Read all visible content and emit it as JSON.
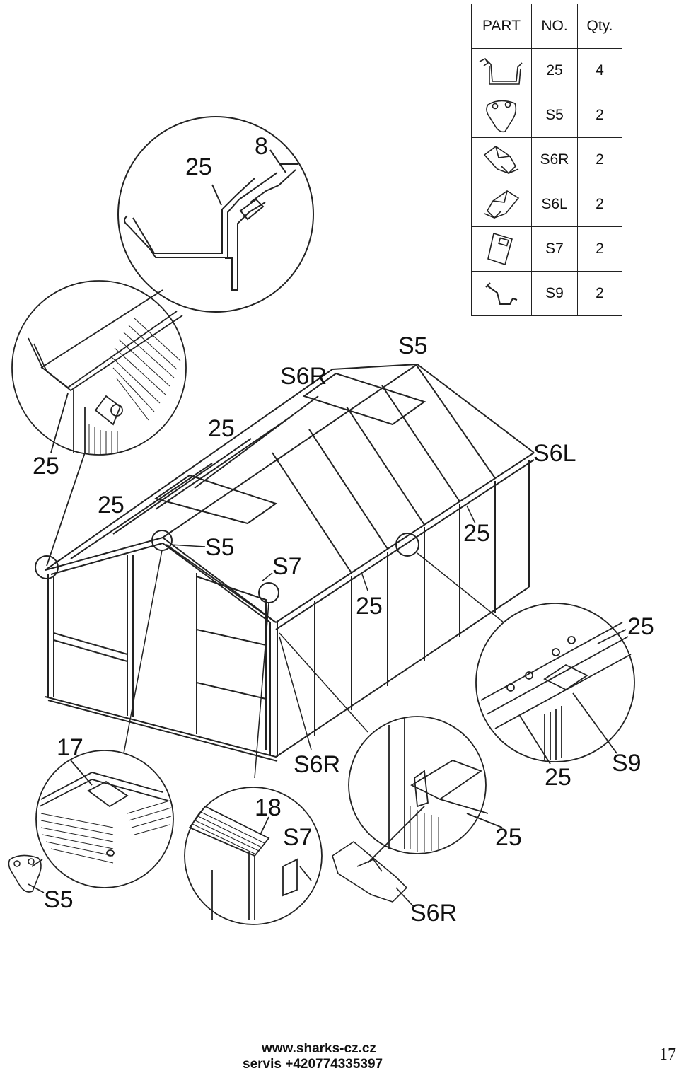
{
  "parts_table": {
    "headers": {
      "part": "PART",
      "no": "NO.",
      "qty": "Qty."
    },
    "rows": [
      {
        "icon": "gutter-profile-icon",
        "no": "25",
        "qty": "4"
      },
      {
        "icon": "gutter-end-cap-icon",
        "no": "S5",
        "qty": "2"
      },
      {
        "icon": "right-downpipe-connector-icon",
        "no": "S6R",
        "qty": "2"
      },
      {
        "icon": "left-downpipe-connector-icon",
        "no": "S6L",
        "qty": "2"
      },
      {
        "icon": "clip-plate-icon",
        "no": "S7",
        "qty": "2"
      },
      {
        "icon": "gutter-bracket-icon",
        "no": "S9",
        "qty": "2"
      }
    ]
  },
  "labels": {
    "detail_top_25": "25",
    "detail_top_8": "8",
    "detail_left_25": "25",
    "main_s6r_top": "S6R",
    "main_s5_top": "S5",
    "main_25_roof": "25",
    "main_s6l": "S6L",
    "main_25_left": "25",
    "main_s5_mid": "S5",
    "main_s7": "S7",
    "main_25_side_right": "25",
    "main_25_side_mid": "25",
    "main_s6r_bottom": "S6R",
    "detail_right_25_top": "25",
    "detail_right_s9": "S9",
    "detail_right_25_bottom": "25",
    "detail_bl_17": "17",
    "detail_bl_s5": "S5",
    "detail_bm_18": "18",
    "detail_bm_s7": "S7",
    "detail_br_25": "25",
    "detail_br_s6r": "S6R"
  },
  "footer": {
    "website": "www.sharks-cz.cz",
    "service": "servis +420774335397",
    "page_number": "17"
  }
}
